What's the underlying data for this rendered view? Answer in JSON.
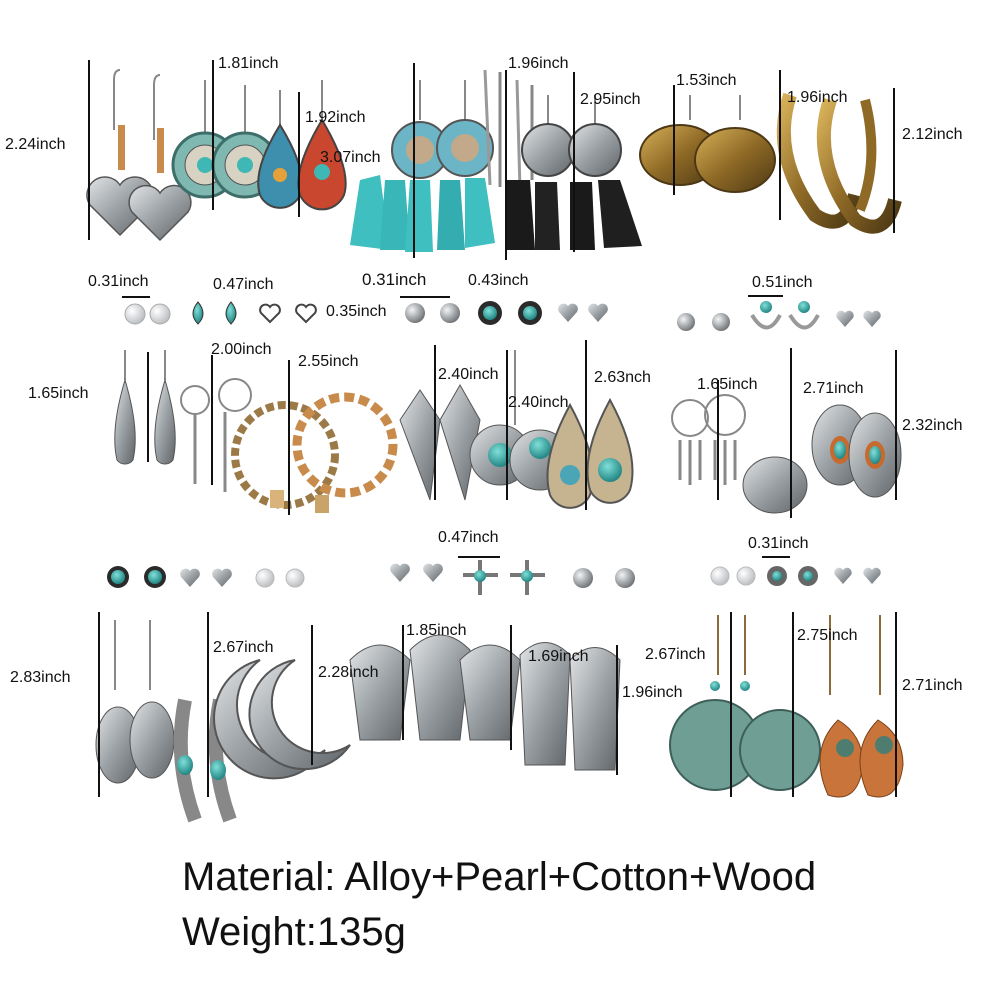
{
  "colors": {
    "silver": "#b9bcbf",
    "silver_dark": "#6e7377",
    "turquoise": "#3fb7b4",
    "turquoise_dark": "#1c7f7d",
    "gold": "#a07a2c",
    "gold_dark": "#5a431a",
    "black_tassel": "#1a1a1a",
    "wood": "#c8743a",
    "patina": "#5f9a92",
    "pearl": "#e9eaec",
    "heart_silver": "#9ea3a7"
  },
  "measurements": {
    "r1_heart_height": "2.24inch",
    "r1_mandala_width": "1.81inch",
    "r1_teardrop_height": "1.92inch",
    "r1_tassel_height": "3.07inch",
    "r1_tassel_width": "1.96inch",
    "r1_black_tassel_height": "2.95inch",
    "r1_gold_leaf_width": "1.53inch",
    "r1_gold_hoop_width": "1.96inch",
    "r1_gold_hoop_height": "2.12inch",
    "r2_pearl_stud": "0.31inch",
    "r2_turq_drop_stud": "0.47inch",
    "r2_heart_stud": "0.35inch",
    "r2_ball_stud": "0.31inch",
    "r2_round_turq_stud": "0.43inch",
    "r2_crescent_stud": "0.51inch",
    "r3_filigree_height": "1.65inch",
    "r3_dreamcatcher_width": "2.00inch",
    "r3_bead_hoop_height": "2.55inch",
    "r3_diamond_height": "2.40inch",
    "r3_turq_drop_height": "2.40inch",
    "r3_mosaic_drop_height": "2.63nch",
    "r3_dreamcatcher2_height": "1.65inch",
    "r3_leaf_height": "2.71inch",
    "r3_leaf_total_height": "2.32inch",
    "r4_cross_stud": "0.47inch",
    "r4_flower_stud": "0.31inch",
    "r5_leaf_height": "2.83inch",
    "r5_moon_height": "2.67inch",
    "r5_moon_total_height": "2.28inch",
    "r5_fan_width": "1.85inch",
    "r5_fan2_width": "1.69inch",
    "r5_fan_height": "1.96inch",
    "r5_patina_height": "2.67inch",
    "r5_wood_leaf_height": "2.75inch",
    "r5_wood_leaf_total_height": "2.71inch"
  },
  "footer": {
    "material_label": "Material:",
    "material_alloy": "Alloy",
    "plus1": "+",
    "material_pearl": "Pearl",
    "plus2": "+",
    "material_cotton": "Cotton",
    "plus3": "+",
    "material_wood": "Wood",
    "weight_label": "Weight:",
    "weight_value": "135g"
  }
}
